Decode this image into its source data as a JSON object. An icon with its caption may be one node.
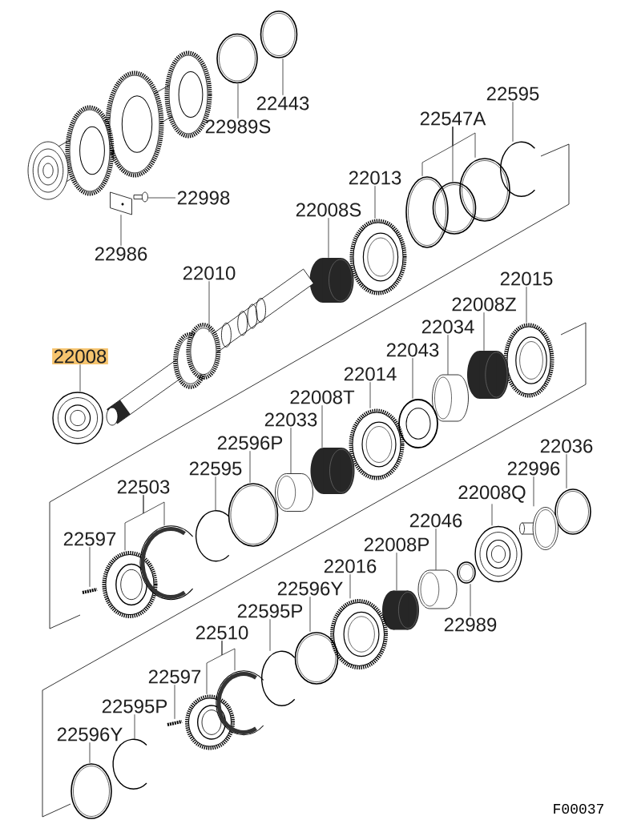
{
  "diagram": {
    "nodes": [
      {
        "text": [
          "22443"
        ]
      },
      {
        "text": [],
        "shape": "ring"
      },
      {
        "text": [
          "22989S"
        ]
      },
      {
        "text": [],
        "shape": "ring"
      },
      {
        "text": [
          "22998"
        ]
      },
      {
        "text": [],
        "shape": "bolt"
      },
      {
        "text": [
          "22986"
        ]
      },
      {
        "text": [],
        "shape": "plate"
      },
      {
        "text": [
          "22595"
        ]
      },
      {
        "text": [],
        "shape": "clip"
      },
      {
        "text": [
          "22547A"
        ]
      },
      {
        "text": [],
        "shape": "ring"
      },
      {
        "text": [],
        "shape": "ring"
      },
      {
        "text": [],
        "shape": "ring"
      },
      {
        "text": [
          "22013"
        ]
      },
      {
        "text": [],
        "shape": "gear"
      },
      {
        "text": [
          "22008S"
        ]
      },
      {
        "text": [],
        "shape": "cylinder"
      },
      {
        "text": [
          "22010"
        ]
      },
      {
        "text": [],
        "shape": "shaft"
      },
      {
        "text": [
          "22008"
        ]
      },
      {
        "text": [],
        "shape": "bearing"
      },
      {
        "text": [
          "22015"
        ]
      },
      {
        "text": [],
        "shape": "gear"
      },
      {
        "text": [
          "22008Z"
        ]
      },
      {
        "text": [],
        "shape": "cylinder"
      },
      {
        "text": [
          "22034"
        ]
      },
      {
        "text": [],
        "shape": "bushing"
      },
      {
        "text": [
          "22043"
        ]
      },
      {
        "text": [],
        "shape": "washer"
      },
      {
        "text": [
          "22014"
        ]
      },
      {
        "text": [],
        "shape": "gear"
      },
      {
        "text": [
          "22008T"
        ]
      },
      {
        "text": [],
        "shape": "cylinder"
      },
      {
        "text": [
          "22033"
        ]
      },
      {
        "text": [],
        "shape": "bushing"
      },
      {
        "text": [
          "22596P"
        ]
      },
      {
        "text": [],
        "shape": "ring"
      },
      {
        "text": [
          "22595"
        ]
      },
      {
        "text": [],
        "shape": "clip"
      },
      {
        "text": [
          "22503"
        ]
      },
      {
        "text": [],
        "shape": "hub"
      },
      {
        "text": [],
        "shape": "sleeve"
      },
      {
        "text": [
          "22597"
        ]
      },
      {
        "text": [],
        "shape": "pin"
      },
      {
        "text": [
          "22036"
        ]
      },
      {
        "text": [],
        "shape": "ring"
      },
      {
        "text": [
          "22996"
        ]
      },
      {
        "text": [],
        "shape": "flange"
      },
      {
        "text": [
          "22008Q"
        ]
      },
      {
        "text": [],
        "shape": "bearing"
      },
      {
        "text": [
          "22046"
        ]
      },
      {
        "text": [],
        "shape": "bushing"
      },
      {
        "text": [
          "22008P"
        ]
      },
      {
        "text": [],
        "shape": "cylinder"
      },
      {
        "text": [
          "22016"
        ]
      },
      {
        "text": [],
        "shape": "gear"
      },
      {
        "text": [
          "22596Y"
        ]
      },
      {
        "text": [],
        "shape": "ring"
      },
      {
        "text": [
          "22595P"
        ]
      },
      {
        "text": [],
        "shape": "clip"
      },
      {
        "text": [
          "22989"
        ]
      },
      {
        "text": [],
        "shape": "ring"
      },
      {
        "text": [
          "22510"
        ]
      },
      {
        "text": [],
        "shape": "hub"
      },
      {
        "text": [],
        "shape": "sleeve"
      },
      {
        "text": [
          "22597"
        ]
      },
      {
        "text": [],
        "shape": "pin"
      },
      {
        "text": [
          "22595P"
        ]
      },
      {
        "text": [],
        "shape": "clip"
      },
      {
        "text": [
          "22596Y"
        ]
      },
      {
        "text": [],
        "shape": "ring"
      }
    ],
    "edges": [
      {
        "from": 0,
        "to": 1,
        "arrow": "none"
      },
      {
        "from": 2,
        "to": 3,
        "arrow": "none"
      },
      {
        "from": 4,
        "to": 5,
        "arrow": "none"
      },
      {
        "from": 6,
        "to": 7,
        "arrow": "none"
      },
      {
        "from": 8,
        "to": 9,
        "arrow": "none"
      },
      {
        "from": 10,
        "to": 11,
        "arrow": "none"
      },
      {
        "from": 10,
        "to": 12,
        "arrow": "none"
      },
      {
        "from": 10,
        "to": 13,
        "arrow": "none"
      },
      {
        "from": 14,
        "to": 15,
        "arrow": "none"
      },
      {
        "from": 16,
        "to": 17,
        "arrow": "none"
      },
      {
        "from": 18,
        "to": 19,
        "arrow": "none"
      },
      {
        "from": 20,
        "to": 21,
        "arrow": "none"
      },
      {
        "from": 22,
        "to": 23,
        "arrow": "none"
      },
      {
        "from": 24,
        "to": 25,
        "arrow": "none"
      },
      {
        "from": 26,
        "to": 27,
        "arrow": "none"
      },
      {
        "from": 28,
        "to": 29,
        "arrow": "none"
      },
      {
        "from": 30,
        "to": 31,
        "arrow": "none"
      },
      {
        "from": 32,
        "to": 33,
        "arrow": "none"
      },
      {
        "from": 34,
        "to": 35,
        "arrow": "none"
      },
      {
        "from": 36,
        "to": 37,
        "arrow": "none"
      },
      {
        "from": 38,
        "to": 39,
        "arrow": "none"
      },
      {
        "from": 40,
        "to": 41,
        "arrow": "none"
      },
      {
        "from": 40,
        "to": 42,
        "arrow": "none"
      },
      {
        "from": 43,
        "to": 44,
        "arrow": "none"
      },
      {
        "from": 45,
        "to": 46,
        "arrow": "none"
      },
      {
        "from": 47,
        "to": 48,
        "arrow": "none"
      },
      {
        "from": 49,
        "to": 50,
        "arrow": "none"
      },
      {
        "from": 51,
        "to": 52,
        "arrow": "none"
      },
      {
        "from": 53,
        "to": 54,
        "arrow": "none"
      },
      {
        "from": 55,
        "to": 56,
        "arrow": "none"
      },
      {
        "from": 57,
        "to": 58,
        "arrow": "none"
      },
      {
        "from": 59,
        "to": 60,
        "arrow": "none"
      },
      {
        "from": 61,
        "to": 62,
        "arrow": "none"
      },
      {
        "from": 63,
        "to": 64,
        "arrow": "none"
      },
      {
        "from": 63,
        "to": 65,
        "arrow": "none"
      },
      {
        "from": 66,
        "to": 67,
        "arrow": "none"
      },
      {
        "from": 68,
        "to": 69,
        "arrow": "none"
      },
      {
        "from": 70,
        "to": 71,
        "arrow": "none"
      }
    ],
    "labels": [
      "F00037"
    ]
  }
}
